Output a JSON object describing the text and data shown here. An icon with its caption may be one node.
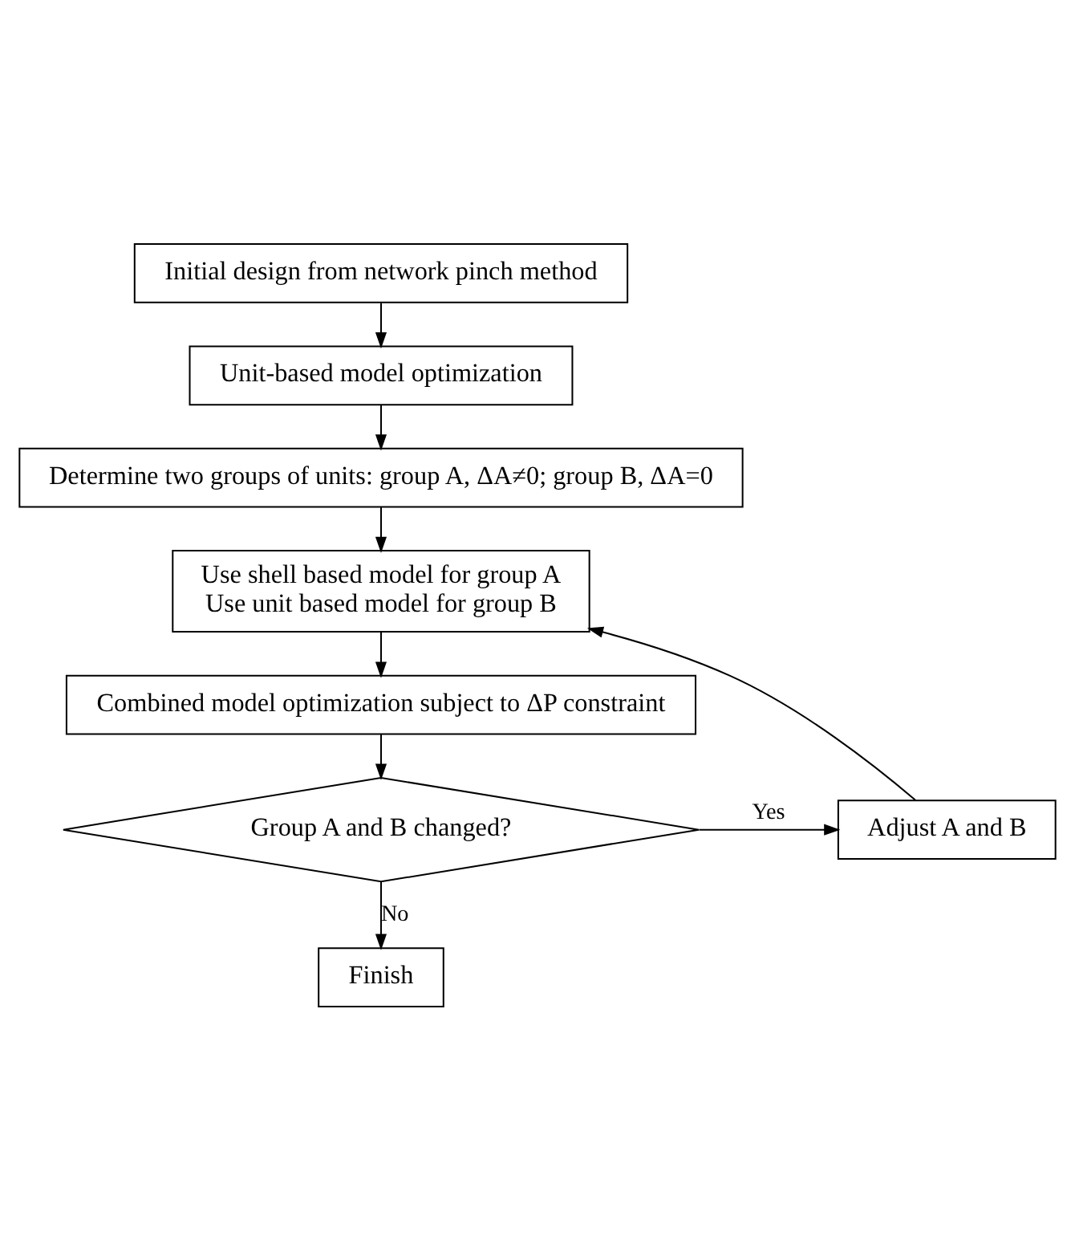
{
  "diagram": {
    "nodes": [
      {
        "text": [
          "Initial design from network pinch method"
        ]
      },
      {
        "text": [
          "Unit-based model optimization"
        ]
      },
      {
        "text": [
          "Determine two groups of units: group A, ΔA≠0; group B, ΔA=0"
        ]
      },
      {
        "text": [
          "Use shell based model for group A",
          "Use unit based model for group B"
        ]
      },
      {
        "text": [
          "Combined model optimization subject to ΔP constraint"
        ]
      },
      {
        "text": [
          "Group A and B changed?"
        ]
      },
      {
        "text": [
          "Adjust A and B"
        ]
      },
      {
        "text": [
          "Finish"
        ]
      }
    ],
    "edges": [
      {
        "from": 0,
        "to": 1,
        "arrow": "to"
      },
      {
        "from": 1,
        "to": 2,
        "arrow": "to"
      },
      {
        "from": 2,
        "to": 3,
        "arrow": "to"
      },
      {
        "from": 3,
        "to": 4,
        "arrow": "to"
      },
      {
        "from": 4,
        "to": 5,
        "arrow": "to"
      },
      {
        "from": 5,
        "to": 6,
        "label": "Yes",
        "arrow": "to"
      },
      {
        "from": 6,
        "to": 3,
        "arrow": "to"
      },
      {
        "from": 5,
        "to": 7,
        "label": "No",
        "arrow": "to"
      }
    ]
  }
}
